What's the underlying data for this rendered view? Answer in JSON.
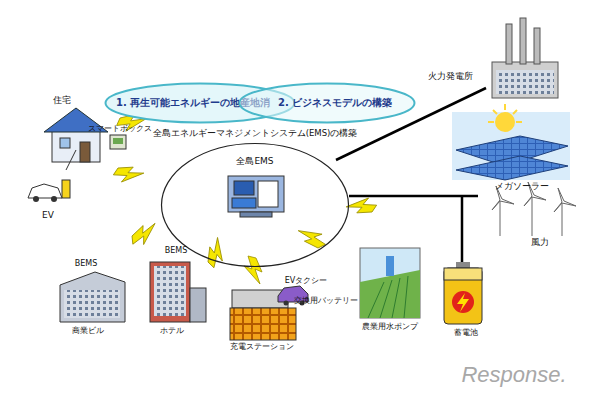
{
  "diagram": {
    "nodes": [
      {
        "text": [
          "1. 再生可能エネルギーの地産地消"
        ]
      },
      {
        "text": [
          "2. ビジネスモデルの構築"
        ]
      },
      {
        "text": [
          "全島EMS"
        ]
      }
    ],
    "labels": [
      "全島エネルギーマネジメントシステム(EMS)の構築",
      "住宅",
      "スマートボックス",
      "EV",
      "BEMS",
      "商業ビル",
      "BEMS",
      "ホテル",
      "EVタクシー",
      "交換用バッテリー",
      "充電ステーション",
      "農業用水ポンプ",
      "蓄電池",
      "火力発電所",
      "メガソーラー",
      "風力",
      "Response."
    ]
  }
}
